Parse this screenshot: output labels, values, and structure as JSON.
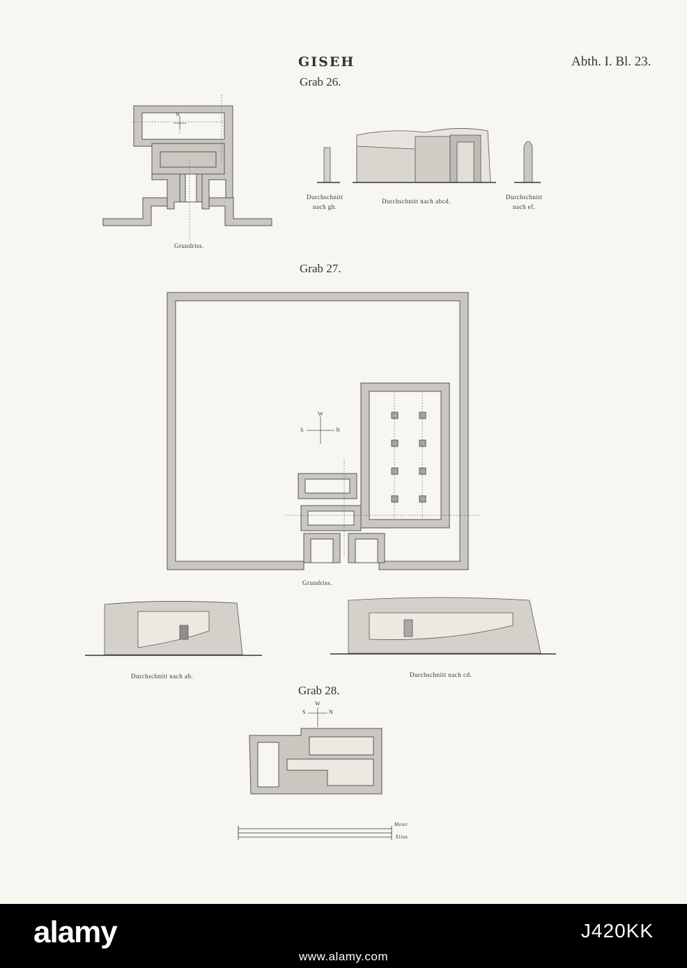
{
  "plate": {
    "title": "GISEH",
    "plate_number": "Abth. I. Bl. 23.",
    "colors": {
      "paper": "#f7f6f1",
      "wall": "#c9c7c0",
      "ink": "#555555"
    }
  },
  "grab26": {
    "heading": "Grab 26.",
    "plan_caption": "Grundriss.",
    "section_gh": "Durchschnitt\nnach gh.",
    "section_abcd": "Durchschnitt nach abcd.",
    "section_ef": "Durchschnitt\nnach ef."
  },
  "grab27": {
    "heading": "Grab 27.",
    "plan_caption": "Grundriss.",
    "section_ab": "Durchschnitt nach ab.",
    "section_cd": "Durchschnitt nach cd."
  },
  "grab28": {
    "heading": "Grab 28."
  },
  "scale_bar": {
    "top_units": "Meter",
    "bottom_units": "Ellen"
  },
  "compass": {
    "north": "N",
    "south": "S",
    "west": "W"
  },
  "watermark": {
    "logo": "alamy",
    "image_id": "J420KK",
    "url": "www.alamy.com"
  }
}
